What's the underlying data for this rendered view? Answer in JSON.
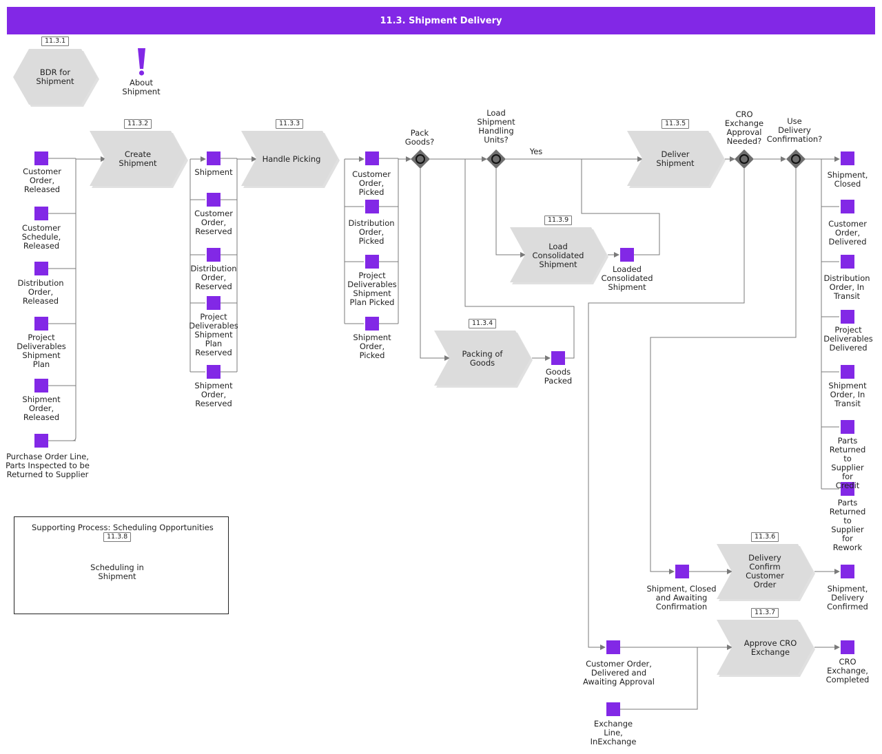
{
  "title": "11.3. Shipment Delivery",
  "colors": {
    "accent": "#8228e6",
    "process": "#dcdcdc",
    "gateway": "#6e6e6e",
    "line": "#7a7a7a"
  },
  "processes": {
    "bdr": {
      "id": "11.3.1",
      "label": "BDR for\nShipment"
    },
    "create": {
      "id": "11.3.2",
      "label": "Create\nShipment"
    },
    "picking": {
      "id": "11.3.3",
      "label": "Handle Picking"
    },
    "packing": {
      "id": "11.3.4",
      "label": "Packing of\nGoods"
    },
    "deliver": {
      "id": "11.3.5",
      "label": "Deliver\nShipment"
    },
    "confirm": {
      "id": "11.3.6",
      "label": "Delivery\nConfirm\nCustomer\nOrder"
    },
    "approve": {
      "id": "11.3.7",
      "label": "Approve CRO\nExchange"
    },
    "scheduling": {
      "id": "11.3.8",
      "label": "Scheduling in\nShipment"
    },
    "load": {
      "id": "11.3.9",
      "label": "Load\nConsolidated\nShipment"
    }
  },
  "about": {
    "label": "About\nShipment",
    "icon": "exclamation-icon"
  },
  "supporting": {
    "title": "Supporting Process: Scheduling Opportunities"
  },
  "gateways": {
    "pack": "Pack\nGoods?",
    "load_hu": "Load\nShipment\nHandling\nUnits?",
    "cro": "CRO\nExchange\nApproval\nNeeded?",
    "use_conf": "Use\nDelivery\nConfirmation?",
    "yes": "Yes"
  },
  "events": {
    "in": [
      "Customer\nOrder,\nReleased",
      "Customer\nSchedule,\nReleased",
      "Distribution\nOrder,\nReleased",
      "Project\nDeliverables\nShipment\nPlan",
      "Shipment\nOrder,\nReleased",
      "Purchase Order Line,\nParts Inspected to be\nReturned to Supplier"
    ],
    "after_create": [
      "Shipment",
      "Customer\nOrder,\nReserved",
      "Distribution\nOrder,\nReserved",
      "Project\nDeliverables\nShipment\nPlan\nReserved",
      "Shipment\nOrder,\nReserved"
    ],
    "after_picking": [
      "Customer\nOrder,\nPicked",
      "Distribution\nOrder,\nPicked",
      "Project\nDeliverables\nShipment\nPlan Picked",
      "Shipment\nOrder,\nPicked"
    ],
    "goods_packed": "Goods\nPacked",
    "loaded": "Loaded\nConsolidated\nShipment",
    "out": [
      "Shipment,\nClosed",
      "Customer\nOrder,\nDelivered",
      "Distribution\nOrder, In\nTransit",
      "Project\nDeliverables\nDelivered",
      "Shipment\nOrder, In\nTransit",
      "Parts\nReturned to\nSupplier for\nCredit",
      "Parts\nReturned to\nSupplier for\nRework"
    ],
    "awaiting_conf": "Shipment, Closed\nand Awaiting\nConfirmation",
    "delivery_confirmed": "Shipment,\nDelivery\nConfirmed",
    "awaiting_approval": "Customer Order,\nDelivered and\nAwaiting Approval",
    "exchange_line": "Exchange\nLine,\nInExchange",
    "cro_completed": "CRO\nExchange,\nCompleted"
  }
}
